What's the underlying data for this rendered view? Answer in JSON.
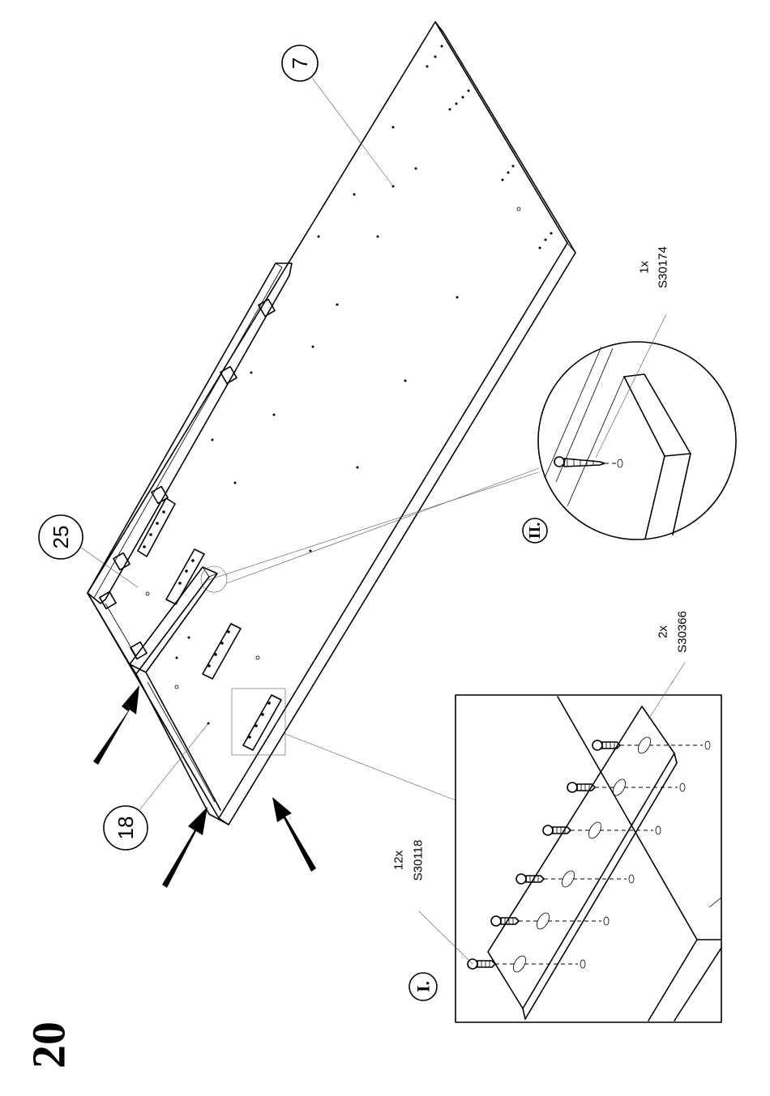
{
  "step_number": "20",
  "part_callouts": {
    "panel_7": "7",
    "panel_18": "18",
    "panel_25": "25"
  },
  "detail_I": {
    "marker": "I.",
    "screw_qty": "12x",
    "screw_code": "S30118",
    "bracket_qty": "2x",
    "bracket_code": "S30366"
  },
  "detail_II": {
    "marker": "II.",
    "screw_qty": "1x",
    "screw_code": "S30174"
  }
}
